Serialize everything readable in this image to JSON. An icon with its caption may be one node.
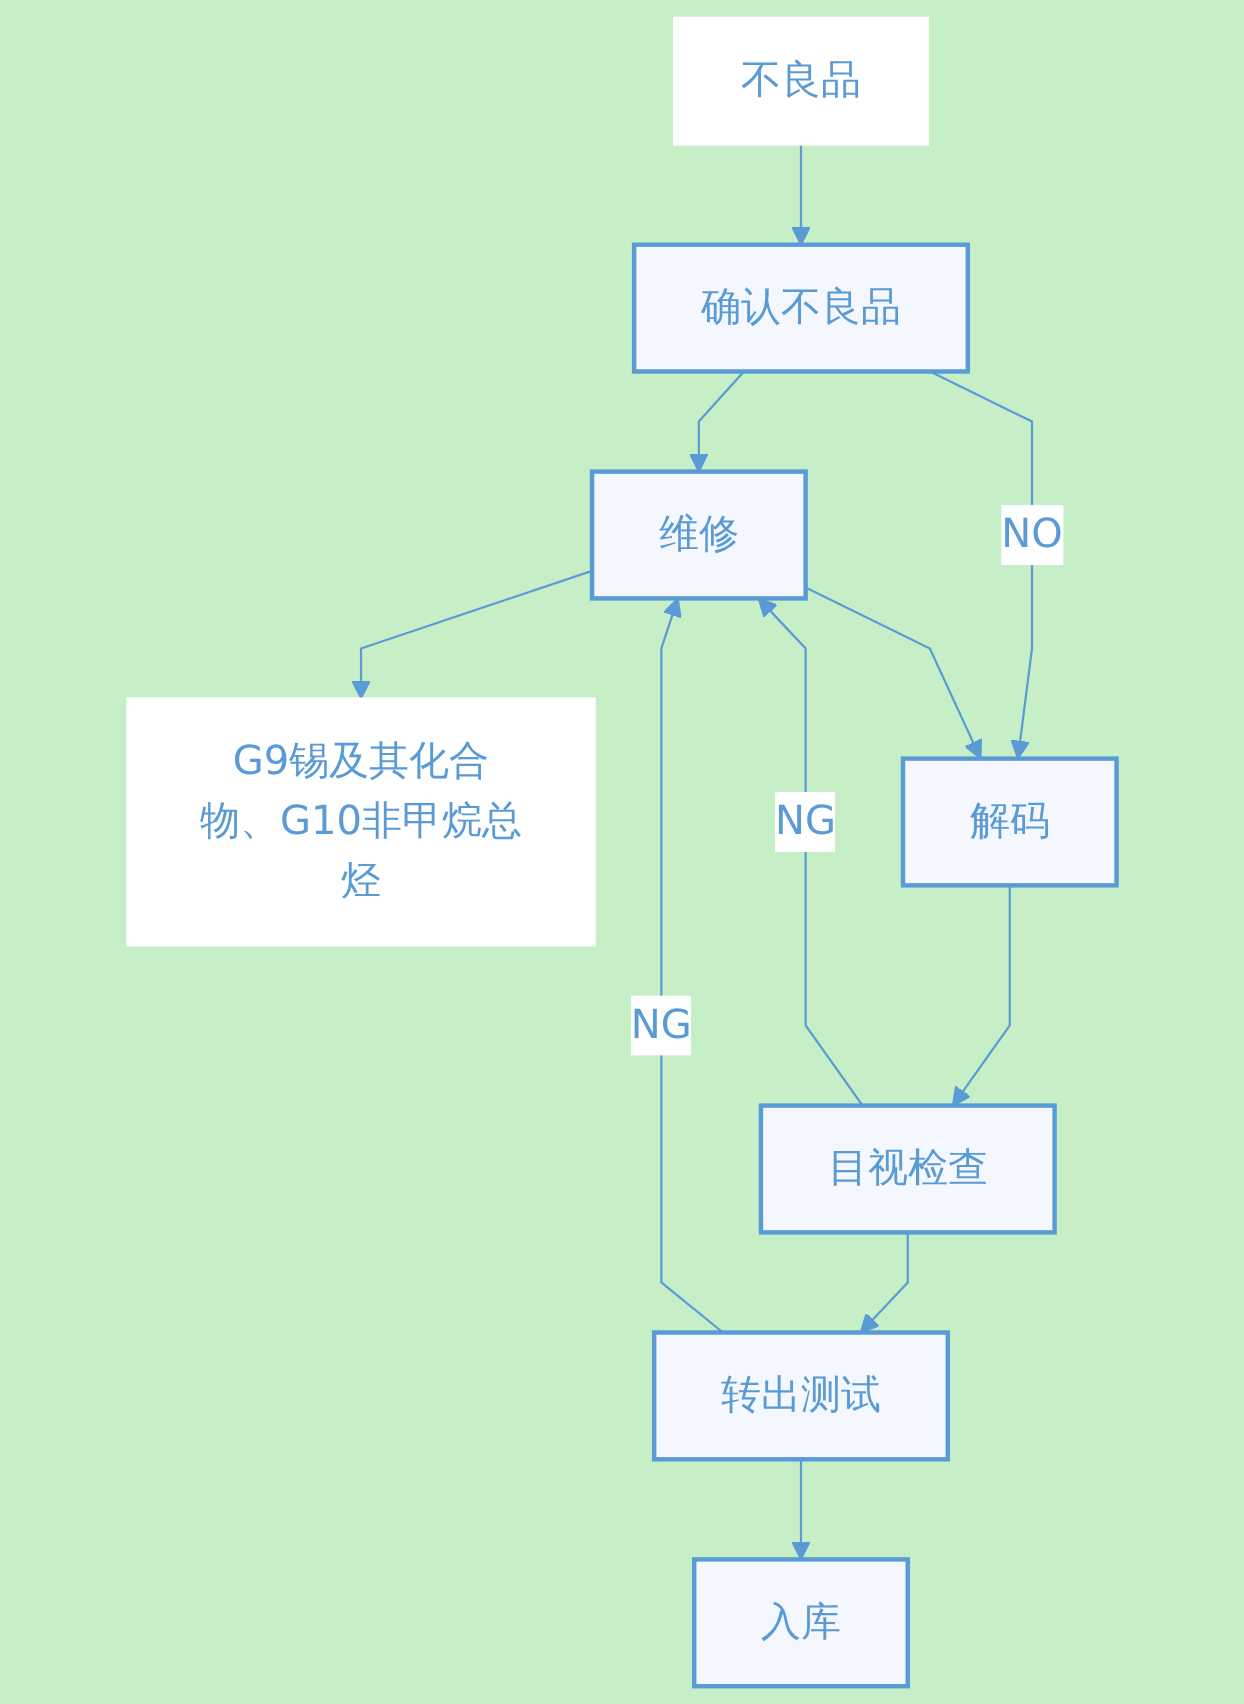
{
  "diagram": {
    "nodes": [
      {
        "text": [
          "不良品"
        ]
      },
      {
        "text": [
          "确认不良品"
        ]
      },
      {
        "text": [
          "维修"
        ]
      },
      {
        "text": [
          "G9锡及其化合物、G10非甲烷总烃"
        ]
      },
      {
        "text": [
          "解码"
        ]
      },
      {
        "text": [
          "目视检查"
        ]
      },
      {
        "text": [
          "转出测试"
        ]
      },
      {
        "text": [
          "入库"
        ]
      }
    ],
    "edges": [
      {
        "from": 0,
        "to": 1,
        "arrow": "to"
      },
      {
        "from": 1,
        "to": 2,
        "arrow": "to"
      },
      {
        "from": 1,
        "to": 4,
        "arrow": "to",
        "label": "NO"
      },
      {
        "from": 2,
        "to": 3,
        "arrow": "to"
      },
      {
        "from": 2,
        "to": 4,
        "arrow": "to"
      },
      {
        "from": 4,
        "to": 5,
        "arrow": "to"
      },
      {
        "from": 5,
        "to": 6,
        "arrow": "to"
      },
      {
        "from": 6,
        "to": 7,
        "arrow": "to"
      },
      {
        "from": 5,
        "to": 2,
        "arrow": "to",
        "label": "NG"
      },
      {
        "from": 6,
        "to": 2,
        "arrow": "to",
        "label": "NG"
      }
    ]
  }
}
